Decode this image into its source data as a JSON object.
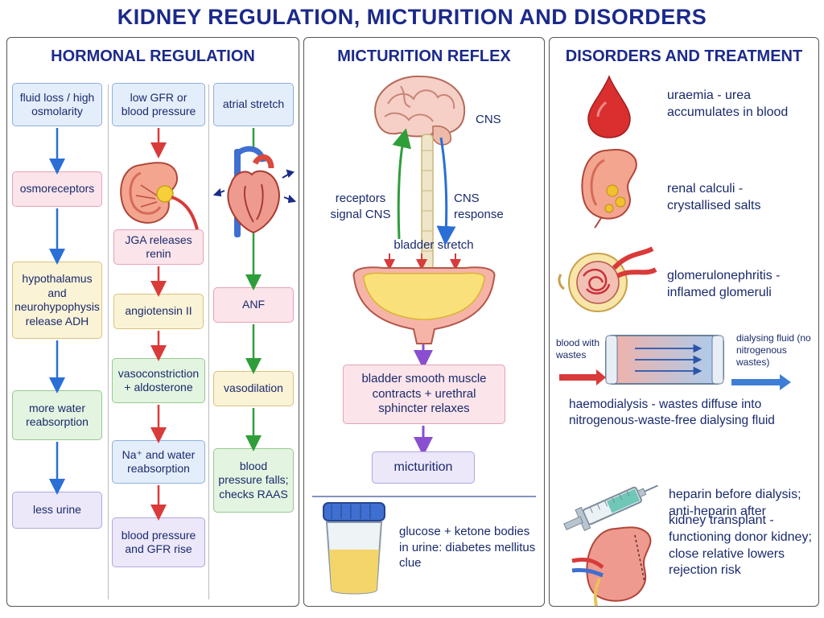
{
  "title": "KIDNEY REGULATION, MICTURITION AND DISORDERS",
  "hormonal": {
    "title": "HORMONAL REGULATION",
    "col1": [
      "fluid loss / high osmolarity",
      "osmoreceptors",
      "hypothalamus and neurohypophysis release ADH",
      "more water reabsorption",
      "less urine"
    ],
    "col2": [
      "low GFR or blood pressure",
      "JGA releases renin",
      "angiotensin II",
      "vasoconstriction + aldosterone",
      "Na⁺ and water reabsorption",
      "blood pressure and GFR rise"
    ],
    "col3": [
      "atrial stretch",
      "ANF",
      "vasodilation",
      "blood pressure falls; checks RAAS"
    ]
  },
  "micturition": {
    "title": "MICTURITION REFLEX",
    "cns": "CNS",
    "receptors": "receptors signal CNS",
    "response": "CNS response",
    "stretch": "bladder stretch",
    "contracts": "bladder smooth muscle contracts + urethral sphincter relaxes",
    "result": "micturition",
    "glucose": "glucose + ketone bodies in urine: diabetes mellitus clue"
  },
  "disorders": {
    "title": "DISORDERS AND TREATMENT",
    "uraemia": "uraemia - urea accumulates in blood",
    "calculi": "renal calculi - crystallised salts",
    "glomerulo": "glomerulonephritis - inflamed glomeruli",
    "blood_wastes": "blood with wastes",
    "dialysing": "dialysing fluid (no nitrogenous wastes)",
    "haemo": "haemodialysis - wastes diffuse into nitrogenous-waste-free dialysing fluid",
    "heparin": "heparin before dialysis; anti-heparin after",
    "transplant": "kidney transplant - functioning donor kidney; close relative lowers rejection risk"
  },
  "colors": {
    "title": "#1b2a8a",
    "blue_arrow": "#2a6fd6",
    "red_arrow": "#d93a3a",
    "green_arrow": "#2f9e3a",
    "purple_arrow": "#8a4fd0"
  },
  "icons": [
    "kidney-jga-icon",
    "heart-icon",
    "brain-icon",
    "bladder-icon",
    "urine-cup-icon",
    "blood-drop-icon",
    "kidney-stone-icon",
    "glomerulus-icon",
    "dialyser-icon",
    "syringe-icon",
    "transplant-kidney-icon"
  ]
}
